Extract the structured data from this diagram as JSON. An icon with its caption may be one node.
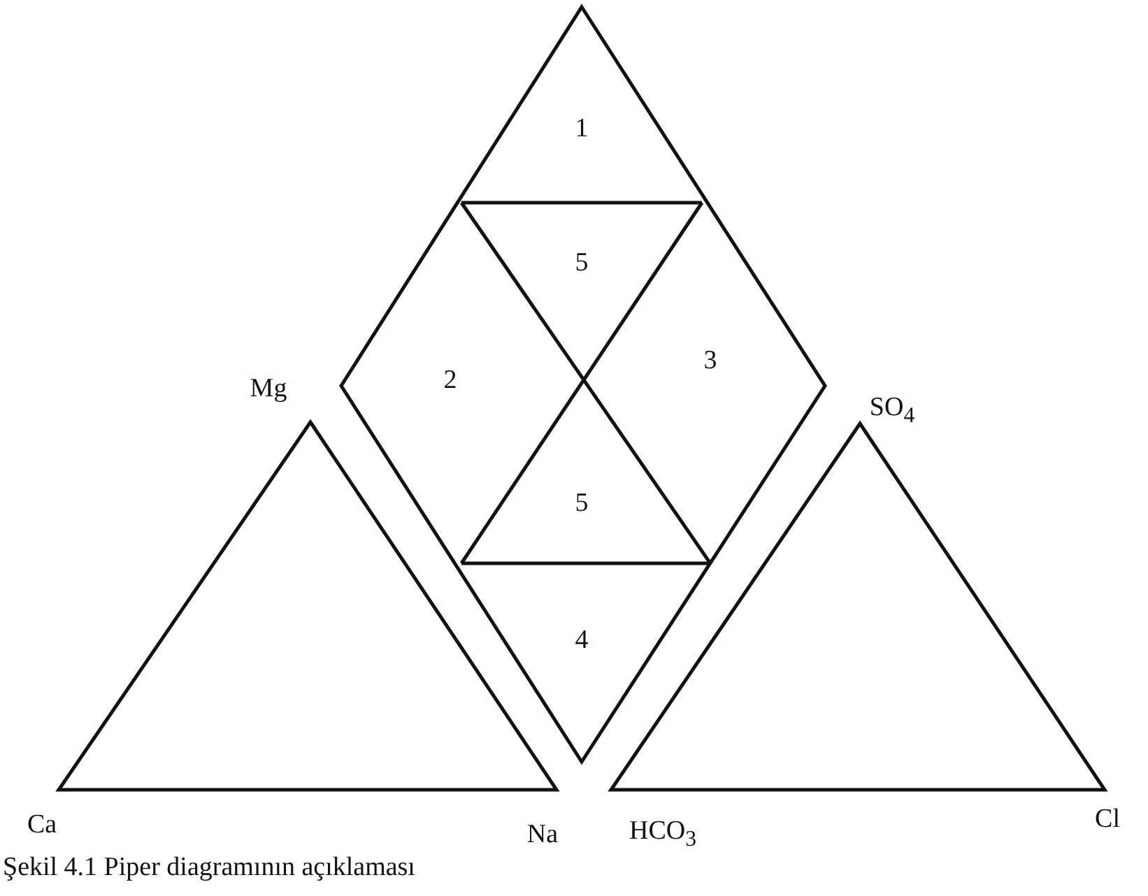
{
  "diagram": {
    "caption": "Şekil 4.1 Piper diagramının açıklaması",
    "labels": [
      "1",
      "5",
      "2",
      "3",
      "Mg",
      "SO$_{4}$",
      "5",
      "4",
      "Ca",
      "Na",
      "HCO$_{3}$",
      "Cl"
    ]
  }
}
